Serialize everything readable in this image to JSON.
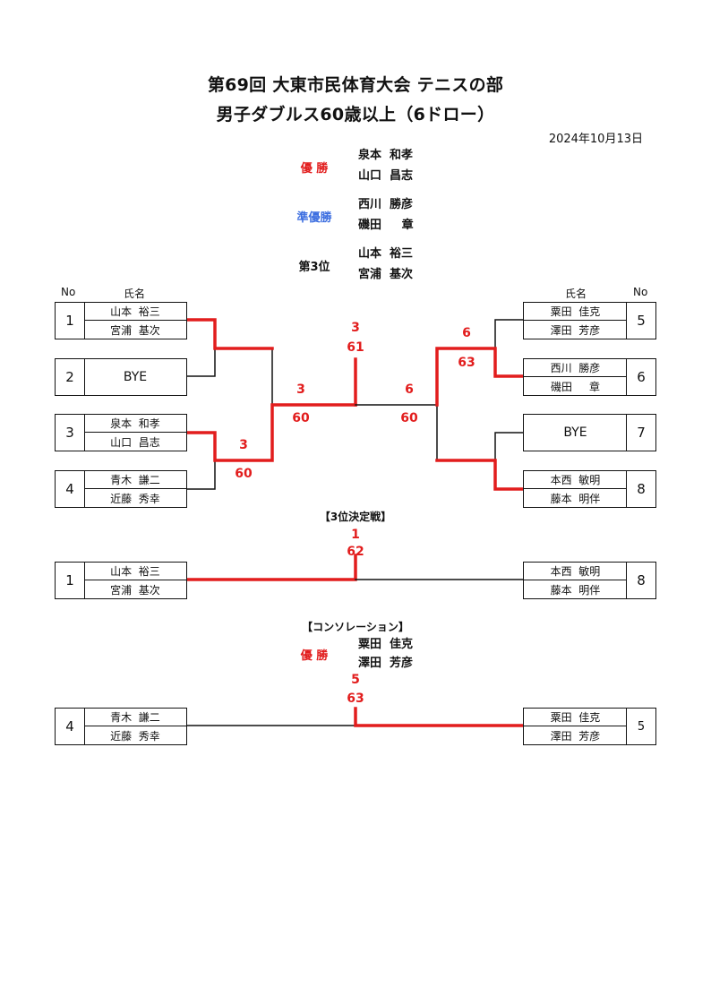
{
  "header": {
    "title": "第69回 大東市民体育大会 テニスの部",
    "subtitle": "男子ダブルス60歳以上（6ドロー）",
    "date": "2024年10月13日"
  },
  "results": {
    "winner": {
      "label": "優 勝",
      "names": [
        "泉本  和孝",
        "山口  昌志"
      ],
      "color": "#e21d1d"
    },
    "runner_up": {
      "label": "準優勝",
      "names": [
        "西川  勝彦",
        "磯田     章"
      ],
      "color": "#3c6ee0"
    },
    "third": {
      "label": "第3位",
      "names": [
        "山本  裕三",
        "宮浦  基次"
      ],
      "color": "#111111"
    }
  },
  "columns": {
    "no": "No",
    "name": "氏名"
  },
  "main_draw": {
    "entries": [
      {
        "no": "1",
        "names": [
          "山本  裕三",
          "宮浦  基次"
        ]
      },
      {
        "no": "2",
        "names": [
          "BYE"
        ]
      },
      {
        "no": "3",
        "names": [
          "泉本  和孝",
          "山口  昌志"
        ]
      },
      {
        "no": "4",
        "names": [
          "青木  謙二",
          "近藤  秀幸"
        ]
      },
      {
        "no": "5",
        "names": [
          "粟田  佳克",
          "澤田  芳彦"
        ]
      },
      {
        "no": "6",
        "names": [
          "西川  勝彦",
          "磯田     章"
        ]
      },
      {
        "no": "7",
        "names": [
          "BYE"
        ]
      },
      {
        "no": "8",
        "names": [
          "本西  敏明",
          "藤本  明伴"
        ]
      }
    ],
    "scores": {
      "sf_left": {
        "winner": "3",
        "score": "60"
      },
      "sf_right": {
        "winner": "6",
        "score": "63"
      },
      "final_left": {
        "winner": "3",
        "score": "60"
      },
      "final_right": {
        "winner": "6",
        "score": "60"
      },
      "final": {
        "winner": "3",
        "score": "61"
      }
    }
  },
  "third_place": {
    "title": "【3位決定戦】",
    "winner": "1",
    "score": "62",
    "left": {
      "no": "1",
      "names": [
        "山本  裕三",
        "宮浦  基次"
      ]
    },
    "right": {
      "no": "8",
      "names": [
        "本西  敏明",
        "藤本  明伴"
      ]
    }
  },
  "consolation": {
    "title": "【コンソレーション】",
    "winner_label": "優 勝",
    "winner_names": [
      "粟田  佳克",
      "澤田  芳彦"
    ],
    "winner": "5",
    "score": "63",
    "left": {
      "no": "4",
      "names": [
        "青木  謙二",
        "近藤  秀幸"
      ]
    },
    "right": {
      "no": "5",
      "names": [
        "粟田  佳克",
        "澤田  芳彦"
      ]
    }
  },
  "colors": {
    "highlight": "#e21d1d",
    "line": "#111111"
  }
}
